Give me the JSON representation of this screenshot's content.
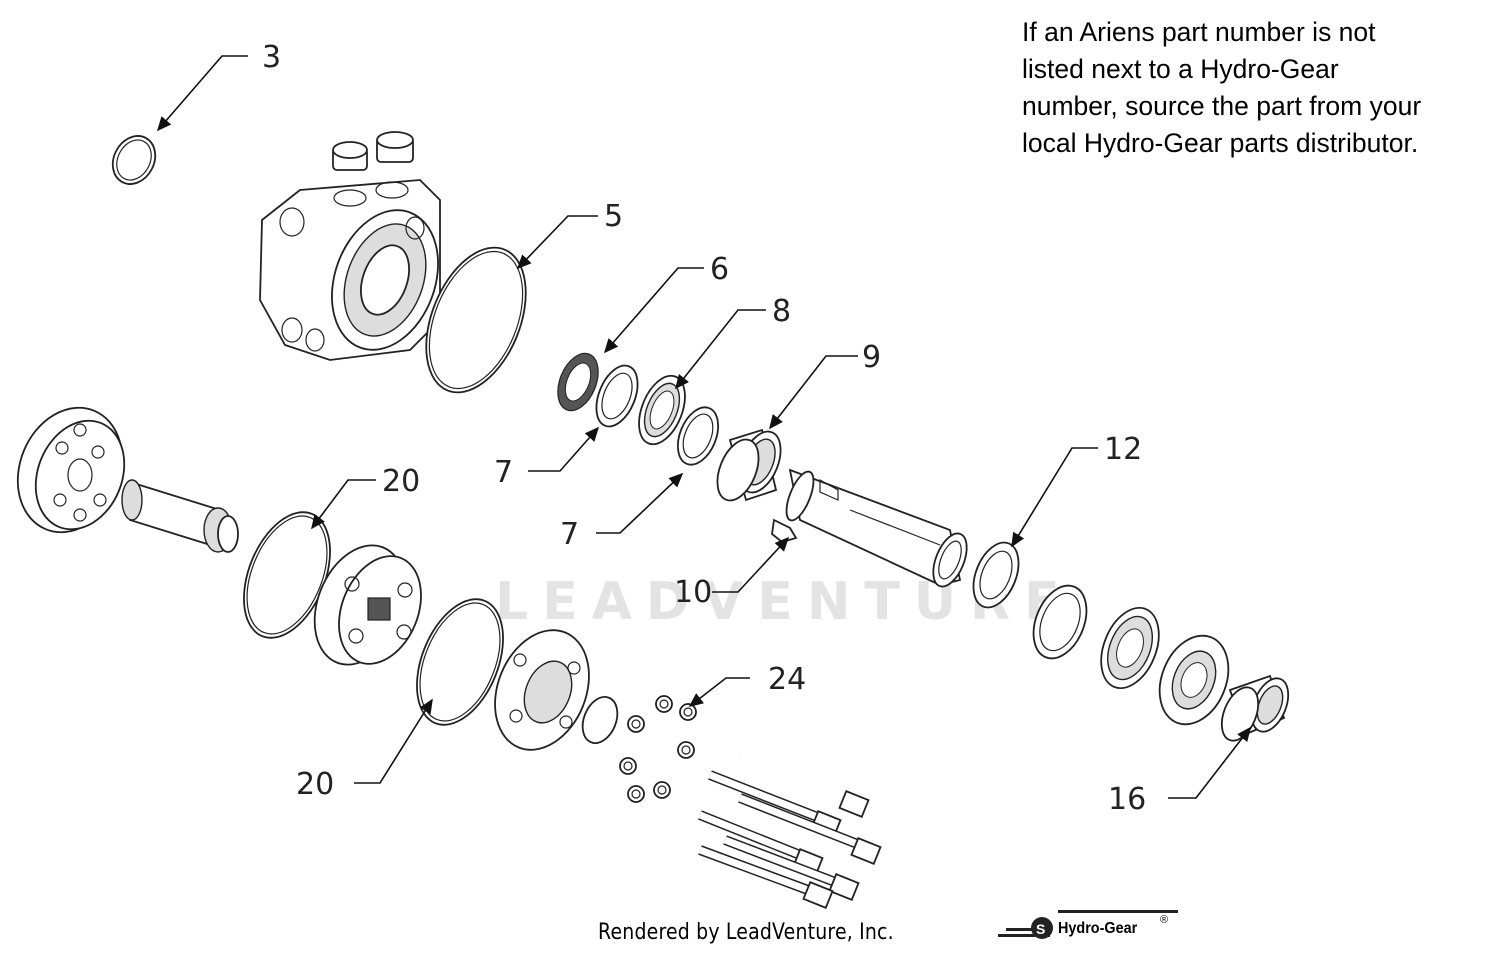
{
  "note": {
    "lines": [
      "If an Ariens part number is not",
      "listed next to a Hydro-Gear",
      "number, source the part from your",
      "local Hydro-Gear parts distributor."
    ]
  },
  "callouts": {
    "c3": "3",
    "c5": "5",
    "c6": "6",
    "c7a": "7",
    "c7b": "7",
    "c8": "8",
    "c9": "9",
    "c10": "10",
    "c12": "12",
    "c16": "16",
    "c20a": "20",
    "c20b": "20",
    "c24": "24"
  },
  "watermark": "LEADVENTURE",
  "footer": {
    "rendered_by": "Rendered by LeadVenture, Inc.",
    "brand": "Hydro-Gear",
    "brand_mark": "®"
  }
}
